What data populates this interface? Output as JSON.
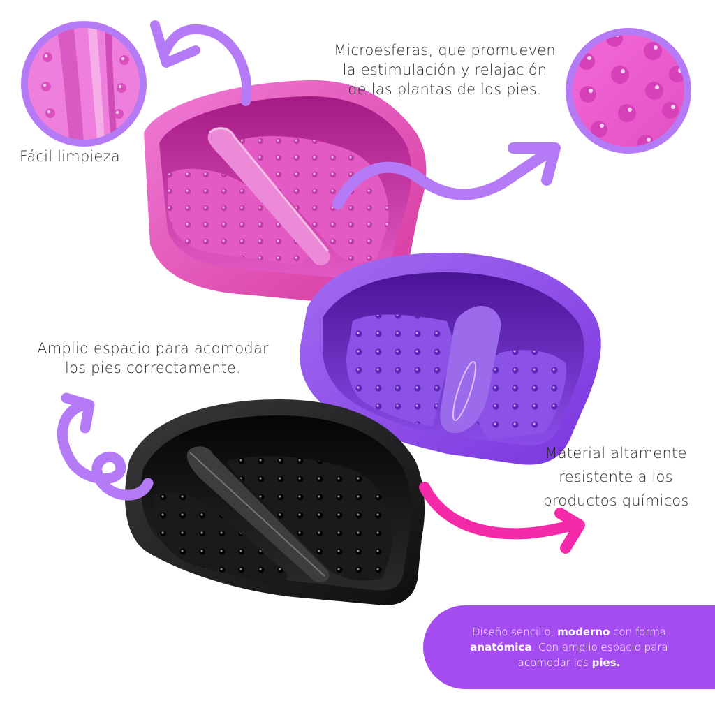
{
  "colors": {
    "background": "#ffffff",
    "accent_purple": "#b57af5",
    "accent_pink": "#f52aa8",
    "pill_background": "#a54cf0",
    "pink_basin": "#e14fc0",
    "purple_basin": "#8a45e6",
    "black_basin": "#1c1c1e",
    "text": "#2a2a2a"
  },
  "callouts": {
    "easy_cleaning": {
      "label": "Fácil limpieza",
      "icon": "zoom-circle-pink-detail"
    },
    "microspheres": {
      "lines": [
        "Microesferas, que promueven",
        "la estimulación y relajación",
        "de las plantas de los pies."
      ],
      "icon": "zoom-circle-microspheres"
    },
    "ample_space": {
      "lines": [
        "Amplio espacio para acomodar",
        "los pies correctamente."
      ]
    },
    "resistant_material": {
      "lines": [
        "Material altamente",
        "resistente a los",
        "productos químicos"
      ]
    }
  },
  "banner": {
    "line1_prefix": "Diseño sencillo, ",
    "line1_bold": "moderno",
    "line1_suffix": " con forma",
    "line2_bold": "anatómica",
    "line2_suffix": ". Con amplio espacio para",
    "line3_prefix": "acomodar los ",
    "line3_bold": "pies."
  },
  "products": [
    {
      "name": "pink-foot-basin",
      "color": "#e14fc0"
    },
    {
      "name": "purple-foot-basin",
      "color": "#8a45e6"
    },
    {
      "name": "black-foot-basin",
      "color": "#1c1c1e"
    }
  ]
}
